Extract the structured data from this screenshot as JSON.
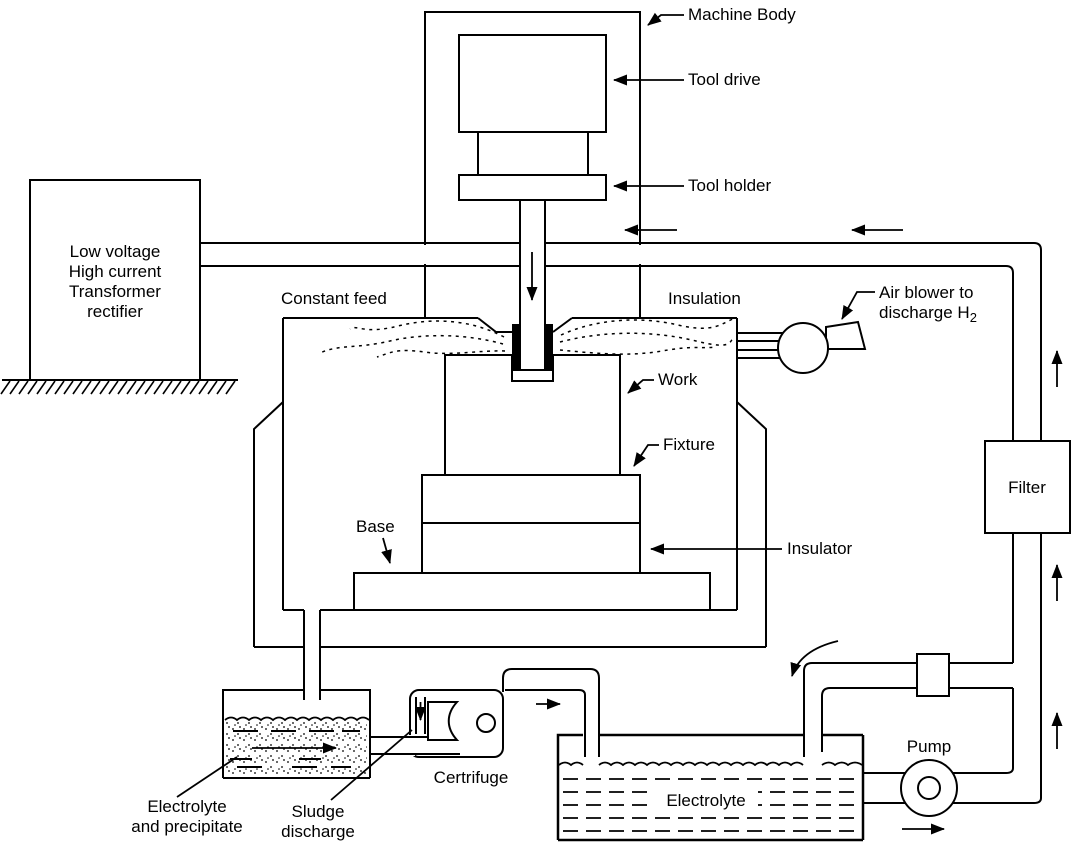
{
  "labels": {
    "machine_body": "Machine Body",
    "tool_drive": "Tool drive",
    "tool_holder": "Tool holder",
    "power_supply": [
      "Low voltage",
      "High current",
      "Transformer",
      "rectifier"
    ],
    "constant_feed": "Constant feed",
    "insulation": "Insulation",
    "air_blower_line1": "Air blower to",
    "air_blower_line2_base": "discharge H",
    "air_blower_line2_sub": "2",
    "work": "Work",
    "fixture": "Fixture",
    "base": "Base",
    "insulator": "Insulator",
    "filter": "Filter",
    "electrolyte_precipitate": [
      "Electrolyte",
      "and precipitate"
    ],
    "sludge_discharge": [
      "Sludge",
      "discharge"
    ],
    "centrifuge": "Certrifuge",
    "electrolyte_tank": "Electrolyte",
    "pump": "Pump"
  },
  "colors": {
    "line": "#000000",
    "background": "#ffffff"
  }
}
